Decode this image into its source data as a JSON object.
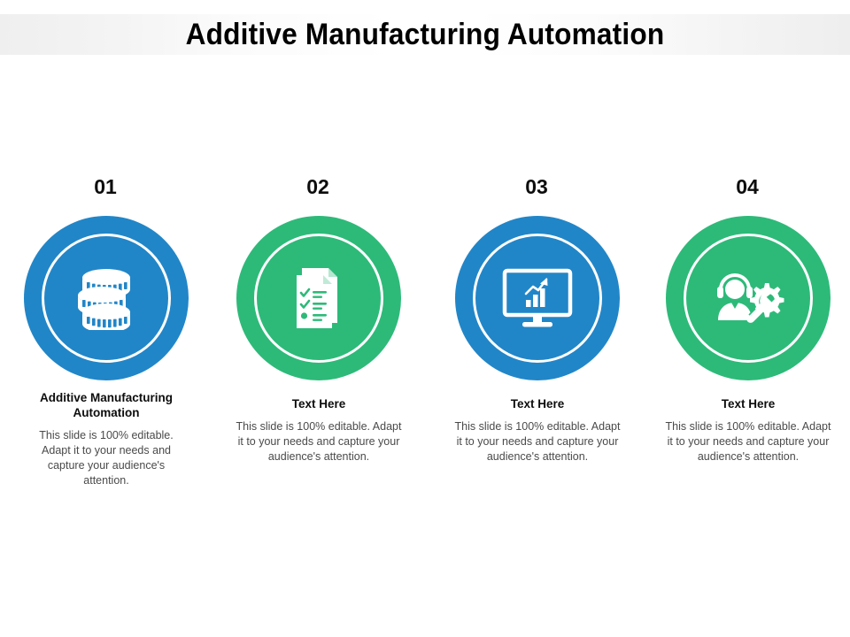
{
  "slide": {
    "title": "Additive Manufacturing Automation",
    "background_color": "#ffffff",
    "title_band_color": "#efefef"
  },
  "palette": {
    "blue": "#2186c8",
    "green": "#2dba79",
    "icon": "#ffffff",
    "number": "#0d0d0d",
    "heading": "#0d0d0d",
    "body": "#4a4a4a"
  },
  "columns": [
    {
      "number": "01",
      "icon": "coin-stack-icon",
      "circle_color": "#2186c8",
      "heading": "Additive Manufacturing Automation",
      "body": "This slide is 100% editable. Adapt it to your needs and capture your audience's attention."
    },
    {
      "number": "02",
      "icon": "checklist-document-icon",
      "circle_color": "#2dba79",
      "heading": "Text Here",
      "body": "This slide is 100% editable. Adapt it to your needs and capture your audience's attention."
    },
    {
      "number": "03",
      "icon": "monitor-bar-chart-icon",
      "circle_color": "#2186c8",
      "heading": "Text Here",
      "body": "This slide is 100% editable. Adapt it to your needs and capture your audience's attention."
    },
    {
      "number": "04",
      "icon": "support-agent-gear-wrench-icon",
      "circle_color": "#2dba79",
      "heading": "Text Here",
      "body": "This slide is 100% editable. Adapt it to your needs and capture your audience's attention."
    }
  ]
}
